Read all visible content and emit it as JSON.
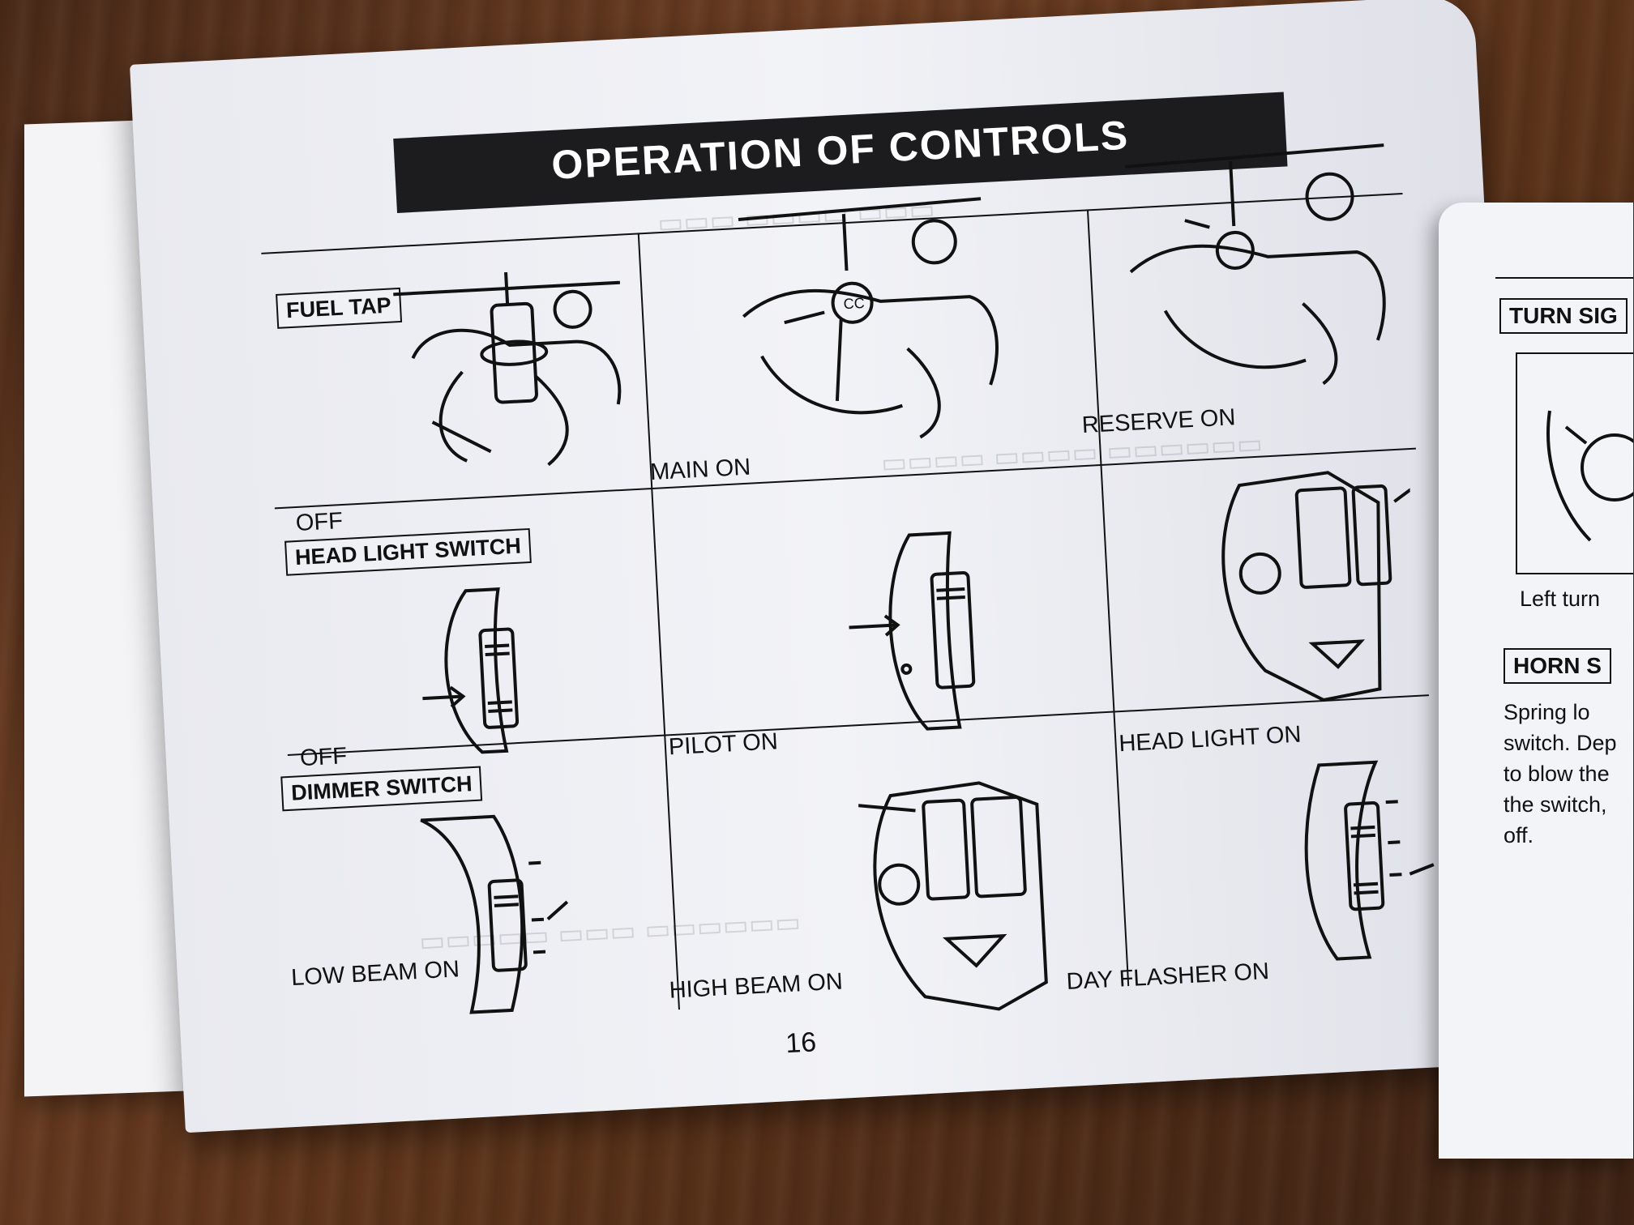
{
  "page": {
    "title": "OPERATION OF CONTROLS",
    "page_number": "16"
  },
  "sections": {
    "fuel_tap": {
      "label": "FUEL TAP",
      "captions": [
        "OFF",
        "MAIN ON",
        "RESERVE ON"
      ]
    },
    "head_light_switch": {
      "label": "HEAD LIGHT SWITCH",
      "captions": [
        "OFF",
        "PILOT ON",
        "HEAD LIGHT ON"
      ]
    },
    "dimmer_switch": {
      "label": "DIMMER SWITCH",
      "captions": [
        "LOW BEAM ON",
        "HIGH BEAM ON",
        "DAY FLASHER ON"
      ]
    }
  },
  "right_page": {
    "turn_label": "TURN SIG",
    "turn_caption": "Left turn",
    "horn_label": "HORN S",
    "horn_lines": [
      "Spring lo",
      "switch. Dep",
      "to blow the",
      "the switch,",
      "off."
    ]
  },
  "colors": {
    "ink": "#111111",
    "header_band": "#1c1c1f",
    "paper": "#eef0f4",
    "table_wood": "#5a3219"
  }
}
